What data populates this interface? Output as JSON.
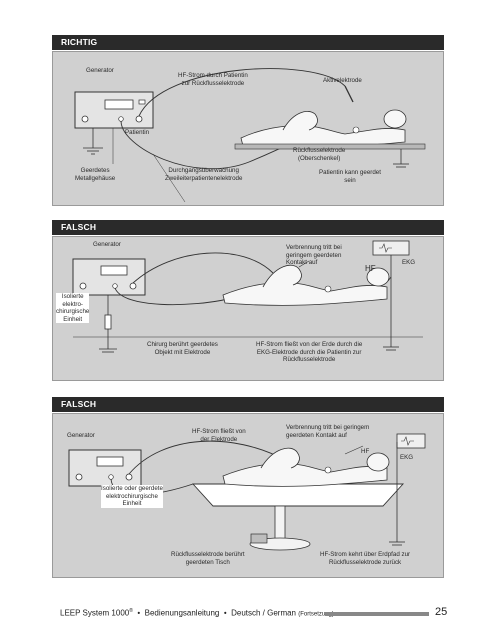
{
  "sections": [
    {
      "heading": "RICHTIG",
      "labels": {
        "generator": "Generator",
        "current": "HF-Strom durch Patientin\nzur Rückflusselektrode",
        "active": "Aktivelektrode",
        "patient": "Patientin",
        "housing": "Geerdetes\nMetallgehäuse",
        "monitor": "Durchgangsüberwachung\nZweileiterpatientenelektrode",
        "return": "Rückflusselektrode\n(Oberschenkel)",
        "grounded": "Patientin kann geerdet\nsein"
      }
    },
    {
      "heading": "FALSCH",
      "labels": {
        "generator": "Generator",
        "burn": "Verbrennung tritt bei\ngeringem geerdeten\nKontakt auf",
        "hf": "HF",
        "ekg": "EKG",
        "isolated": "Isolierte\nelektro-\nchirurgische\nEinheit",
        "surgeon": "Chirurg berührt geerdetes\nObjekt mit Elektrode",
        "flow": "HF-Strom fließt von der Erde durch die\nEKG-Elektrode durch die Patientin zur\nRückflusselektrode"
      }
    },
    {
      "heading": "FALSCH",
      "labels": {
        "generator": "Generator",
        "hfflow": "HF-Strom fließt von\nder Elektrode",
        "burn": "Verbrennung tritt bei geringem\ngeerdeten Kontakt auf",
        "hf": "HF",
        "ekg": "EKG",
        "unit": "Isolierte oder geerdete\nelektrochirurgische\nEinheit",
        "table": "Rückflusselektrode berührt\ngeerdeten Tisch",
        "earth": "HF-Strom kehrt über Erdpfad zur\nRückflusselektrode zurück"
      }
    }
  ],
  "footer": {
    "product": "LEEP System 1000",
    "reg": "®",
    "sep": "•",
    "manual": "Bedienungsanleitung",
    "language": "Deutsch / German",
    "cont": "(Fortsetzung)",
    "page": "25"
  }
}
